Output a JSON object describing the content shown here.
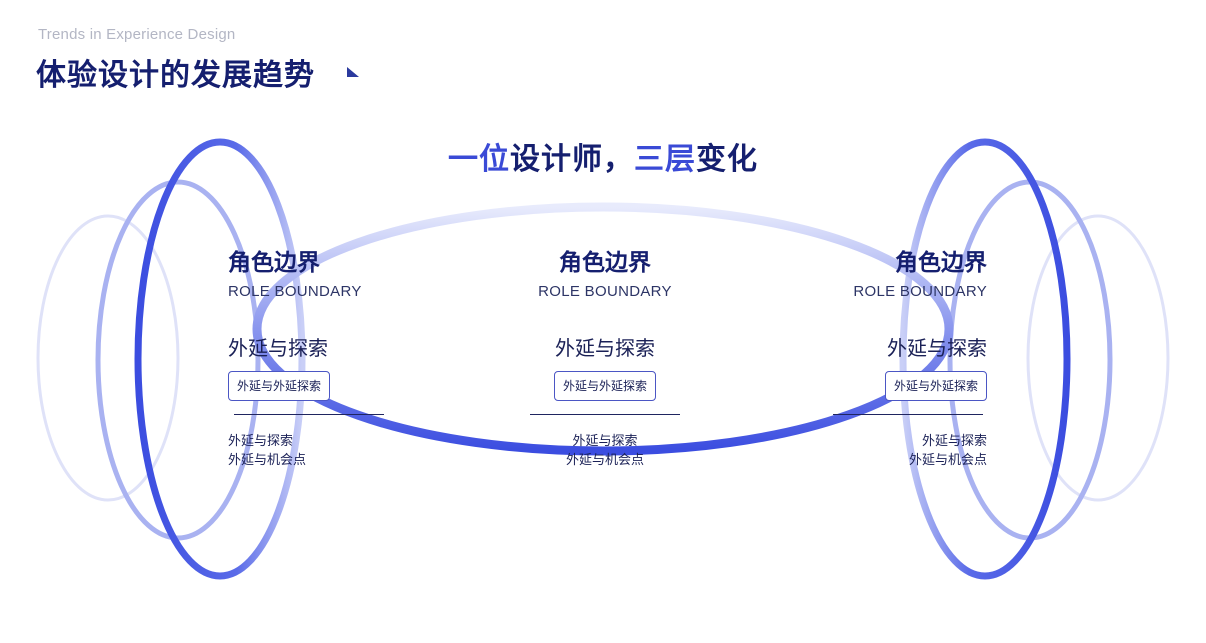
{
  "header": {
    "subtitle": "Trends in Experience Design",
    "title": "体验设计的发展趋势"
  },
  "main_title": {
    "part1_highlight": "一位",
    "part2": "设计师，",
    "part3_highlight": "三层",
    "part4": "变化"
  },
  "columns": [
    {
      "role_cn": "角色边界",
      "role_en": "ROLE BOUNDARY",
      "sub_cn": "外延与探索",
      "tag": "外延与外延探索",
      "notes": [
        "外延与探索",
        "外延与机会点"
      ]
    },
    {
      "role_cn": "角色边界",
      "role_en": "ROLE BOUNDARY",
      "sub_cn": "外延与探索",
      "tag": "外延与外延探索",
      "notes": [
        "外延与探索",
        "外延与机会点"
      ]
    },
    {
      "role_cn": "角色边界",
      "role_en": "ROLE BOUNDARY",
      "sub_cn": "外延与探索",
      "tag": "外延与外延探索",
      "notes": [
        "外延与探索",
        "外延与机会点"
      ]
    }
  ],
  "colors": {
    "ring_primary": "#3b4de0",
    "title_navy": "#151f6f",
    "highlight": "#3a4ad6"
  }
}
